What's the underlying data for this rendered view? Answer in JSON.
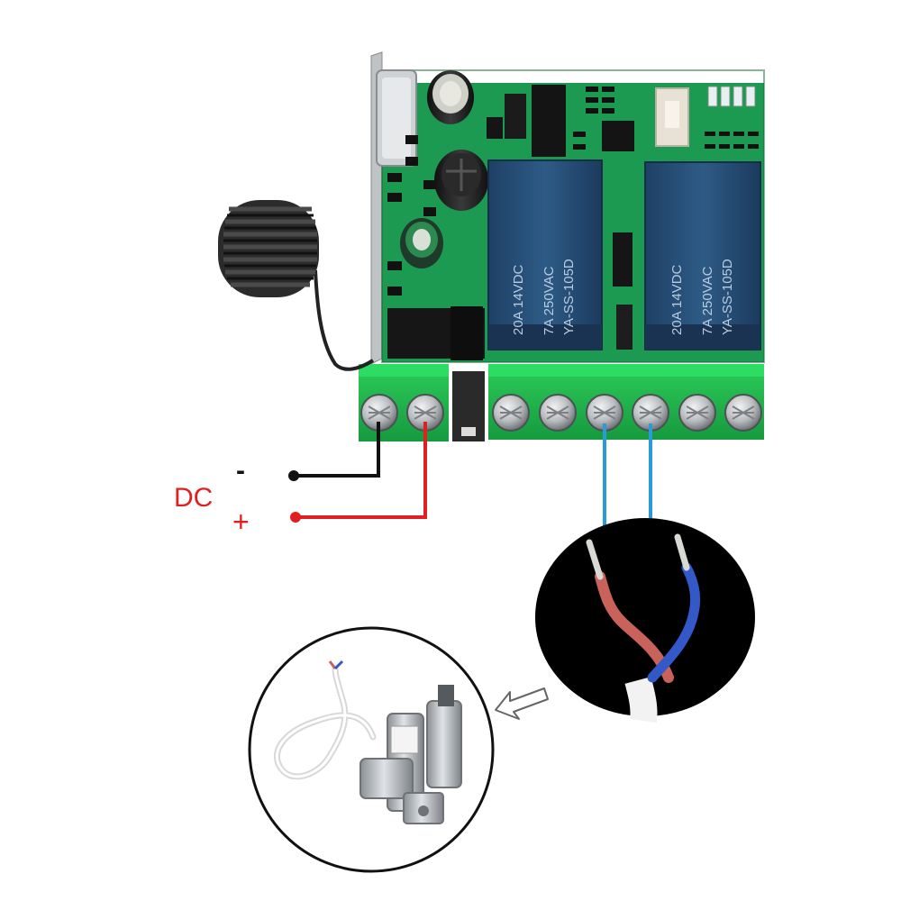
{
  "labels": {
    "dc": "DC",
    "negative": "-",
    "positive": "+"
  },
  "relays": [
    {
      "lines": [
        "20A 14VDC",
        "7A 250VAC",
        "YA-SS-105D"
      ]
    },
    {
      "lines": [
        "20A 14VDC",
        "7A 250VAC",
        "YA-SS-105D"
      ]
    }
  ],
  "colors": {
    "pcb": "#1d9a52",
    "terminal_block": "#20b34c",
    "relay": "#27507a",
    "wire_negative": "#111111",
    "wire_positive": "#e02020",
    "wire_output": "#2a9bd6",
    "actuator_red": "#c8625a",
    "actuator_blue": "#3358c8"
  },
  "icons": {
    "antenna": "coiled-antenna-icon",
    "actuator": "linear-actuator-icon",
    "arrow": "hollow-arrow-icon"
  }
}
